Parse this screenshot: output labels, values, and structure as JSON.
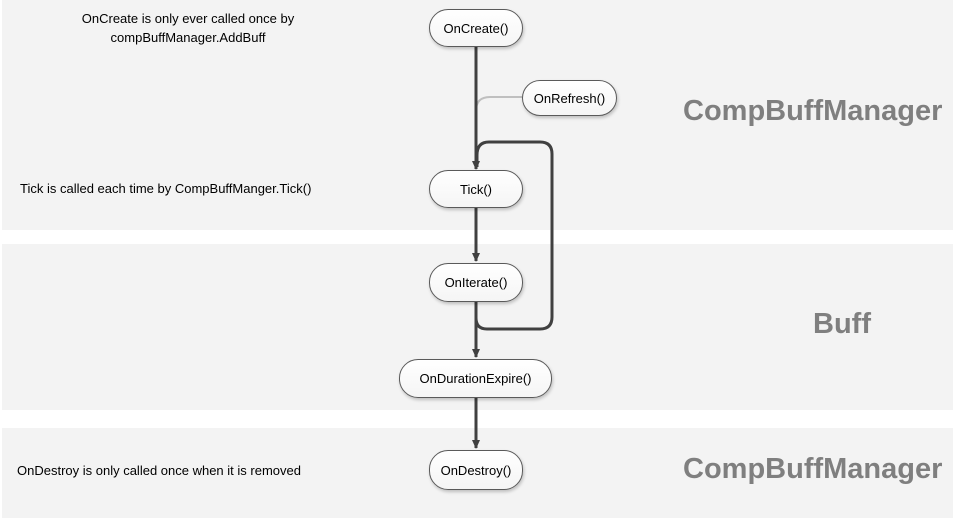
{
  "bands": {
    "top": {
      "title": "CompBuffManager"
    },
    "middle": {
      "title": "Buff"
    },
    "bottom": {
      "title": "CompBuffManager"
    }
  },
  "notes": {
    "oncreate_line1": "OnCreate is only ever called once by",
    "oncreate_line2": "compBuffManager.AddBuff",
    "tick": "Tick is called each time by CompBuffManger.Tick()",
    "ondestroy": "OnDestroy is only called once when it is removed"
  },
  "nodes": {
    "oncreate": "OnCreate()",
    "onrefresh": "OnRefresh()",
    "tick": "Tick()",
    "oniterate": "OnIterate()",
    "ondurationexpire": "OnDurationExpire()",
    "ondestroy": "OnDestroy()"
  },
  "colors": {
    "band_background": "#f3f3f3",
    "band_title": "#7f7f7f",
    "main_arrow": "#404040",
    "refresh_connector": "#bfbfbf"
  }
}
